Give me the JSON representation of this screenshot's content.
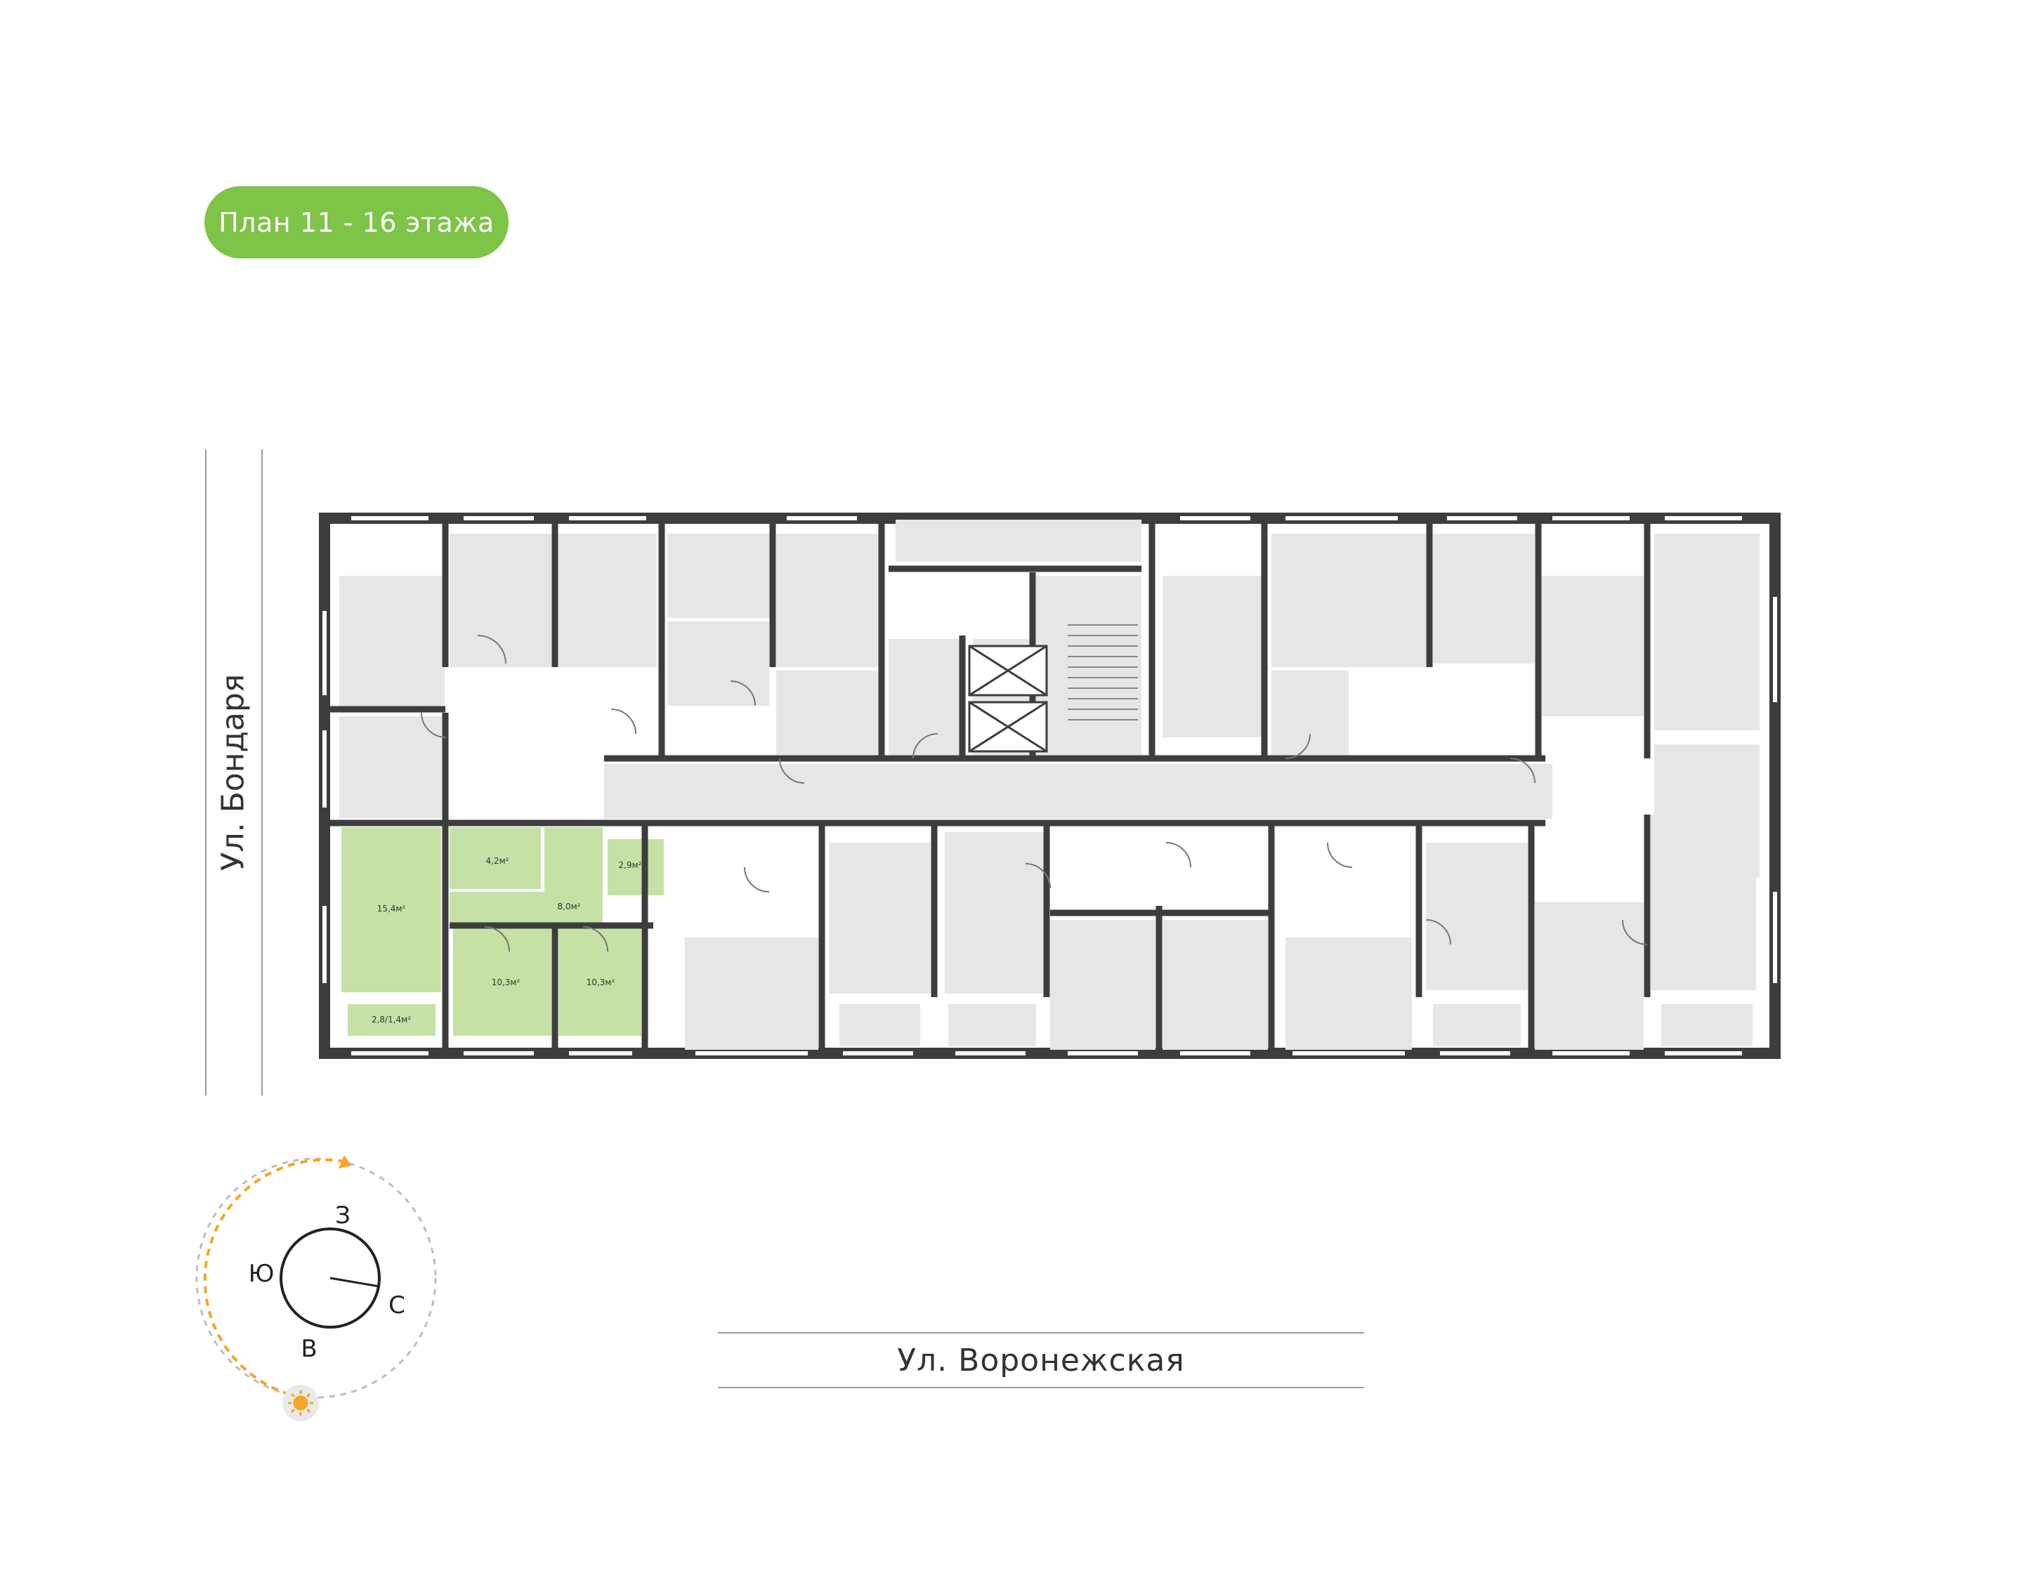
{
  "plan_title": "План 11 - 16 этажа",
  "streets": {
    "vertical": "Ул. Бондаря",
    "horizontal": "Ул. Воронежская"
  },
  "highlighted_apartment": {
    "rooms": [
      {
        "area": "15,4м²"
      },
      {
        "area": "4,2м²"
      },
      {
        "area": "8,0м²"
      },
      {
        "area": "2,9м²"
      },
      {
        "area": "10,3м²"
      },
      {
        "area": "10,3м²"
      },
      {
        "area": "2,8/1,4м²"
      }
    ]
  },
  "compass": {
    "north": "С",
    "south": "Ю",
    "west": "З",
    "east": "В"
  },
  "colors": {
    "badge": "#7dc447",
    "highlight": "#c5e1a5",
    "room": "#e6e6e6",
    "wall": "#3d3d3d",
    "sun": "#f5a623"
  },
  "icons": {
    "sun": "sun-icon",
    "path": "sun-path-arrow"
  }
}
